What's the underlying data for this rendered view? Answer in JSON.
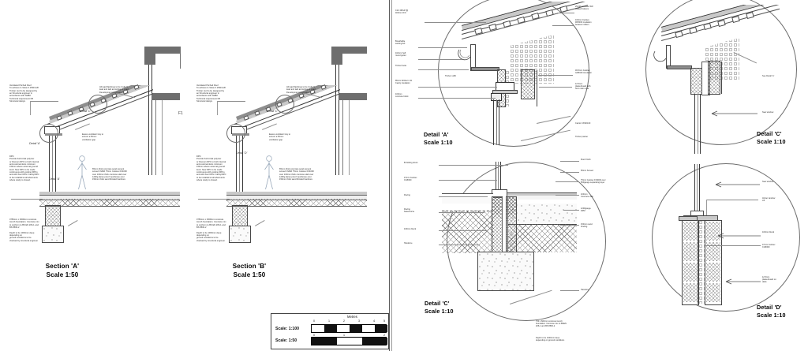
{
  "sheet": {
    "left_panel": {
      "sections": [
        {
          "id": "section-a",
          "title": "Section 'A'",
          "scale": "Scale 1:50",
          "detail_tags": [
            "Detail 'A'",
            "Detail 'C'"
          ],
          "notes": [
            {
              "name": "ventilated-pitched-roof-note",
              "text": "Ventilated Pitched Roof\nTo achieve U-Value 0.16W/m2K\nTimber roof to be designed by\nan Structural engineer in\naccordance with NHBC\nTechnical requirement R5\nStructural design."
            },
            {
              "name": "lead-flashing-note",
              "text": "All lead flashings to be Code 5\nlead and laid according to Lead\nDevelopment Association"
            },
            {
              "name": "eaves-ventilator-note",
              "text": "Eaves ventilator tray to\nensure a 50mm\nventilation gap"
            },
            {
              "name": "dpc-note",
              "text": "DPC:\nProvide horizontal polymer\nor bitumen DPC to both internal\nand external skins minimum\n150mm above external ground\nlevel. New DPC to be made\ncontinuous with existing DPCs\nand with floor DPM. Cavity/DPC\nto be installed at all abutments\nwhere cavity is closed."
            },
            {
              "name": "floor-buildup-note",
              "text": "65mm thick concrete sand cement\nscreed OVER 75mm Celotex FF4000\nover 100mm thick concrete slab over\n1200g damp proof membrane over\n150mm thick sand blinded hardcore"
            },
            {
              "name": "foundation-note",
              "text": "0750mm x 0600mm concrete\ntrench foundation. Concrete mix\nto conform to BS EN 206-1 and\nBS 8500-2\n\nDepth to be 1000mm deep\ndepending on\nground conditions to be\nchecked by structural engineer"
            }
          ]
        },
        {
          "id": "section-b",
          "title": "Section 'B'",
          "scale": "Scale 1:50",
          "detail_tags": [
            "Detail 'C'",
            "Detail 'D'"
          ],
          "notes": [
            {
              "name": "ventilated-pitched-roof-note",
              "text": "Ventilated Pitched Roof\nTo achieve U-Value 0.16W/m2K\nTimber roof to be designed by\nan Structural engineer in\naccordance with NHBC\nTechnical requirement R5\nStructural design."
            },
            {
              "name": "lead-flashing-note",
              "text": "All lead flashings to be Code 5\nlead and laid according to Lead\nDevelopment Association"
            },
            {
              "name": "eaves-ventilator-note",
              "text": "Eaves ventilator tray to\nensure a 50mm\nventilation gap"
            },
            {
              "name": "dpc-note",
              "text": "DPC:\nProvide horizontal polymer\nor bitumen DPC to both internal\nand external skins minimum\n150mm above external ground\nlevel. New DPC to be made\ncontinuous with existing DPCs\nand with floor DPM. Cavity/DPC\nto be installed at all abutments\nwhere cavity is closed."
            },
            {
              "name": "floor-buildup-note",
              "text": "65mm thick concrete sand cement\nscreed OVER 75mm Celotex FF4000\nover 100mm thick concrete slab over\n1200g damp proof membrane over\n150mm thick sand blinded hardcore"
            },
            {
              "name": "foundation-note",
              "text": "0750mm x 0600mm concrete\ntrench foundation. Concrete mix\nto conform to BS EN 206-1 and\nBS 8500-2\n\nDepth to be 1000mm deep\ndepending on\nground conditions to be\nchecked by structural engineer"
            }
          ]
        }
      ],
      "grid_ref": "F1",
      "scale_legend": {
        "units_label": "Metres",
        "rows": [
          {
            "label": "Scale: 1:100",
            "ticks": [
              "0",
              "1",
              "2",
              "3",
              "4",
              "5"
            ]
          },
          {
            "label": "Scale: 1:50",
            "ticks": [
              "0",
              "1",
              "2"
            ]
          }
        ]
      }
    },
    "right_panel": {
      "details": [
        {
          "id": "detail-a",
          "title": "Detail 'A'",
          "scale": "Scale 1:10",
          "labels_left": [
            "C24 195x47@\n400mm O/C",
            "Breathable\nsarking felt",
            "110mm half\nround gutter",
            "Timber facia",
            "Timber soffit",
            "85mm Dritherm 32\nCavity insulation",
            "100mm\nconcrete block"
          ],
          "labels_right": [
            "25x38 tanalised SW\ntreated battens",
            "100mm Celotex\nFR5000 insulation\nbetween rafters",
            "49.5mm Celotex\nGD5040 insulation",
            "12.5mm\nplasterboard with\n3mm skim coat",
            "Catnic CX90/100",
            "Timber packer"
          ]
        },
        {
          "id": "detail-c-top",
          "title": "Detail 'C'",
          "scale": "Scale 1:10",
          "labels_right": [
            "See Detail 'A'",
            "New window"
          ]
        },
        {
          "id": "detail-c-bottom",
          "title": "Detail 'C'",
          "scale": "Scale 1:10",
          "labels_left": [
            "Bi folding doors",
            "47mm Celotex\nCG5000",
            "Paving",
            "Paving\nbasecourse",
            "100mm block",
            "Hardcore"
          ],
          "labels_right": [
            "Floor finish",
            "65mm Screed",
            "75mm Celotex FF4000 over\n500gauge separating layer",
            "100mm\nConcrete slab",
            "1200gauge\nDPM",
            "150mm sand\nbinding",
            "Hardcore"
          ],
          "labels_bottom": [
            "750 x 600mm concrete trench\nfoundation. Concrete mix to BSEN\n206-1 and BS 8500-2",
            "Depth to be 1000mm deep\ndepending on ground conditions"
          ]
        },
        {
          "id": "detail-d",
          "title": "Detail 'D'",
          "scale": "Scale 1:10",
          "labels_right": [
            "New window",
            "timber window\ncill",
            "100mm block",
            "47mm Celotex\nCG5000",
            "12.5mm\nplasterboard on\ndabs"
          ]
        }
      ]
    }
  }
}
